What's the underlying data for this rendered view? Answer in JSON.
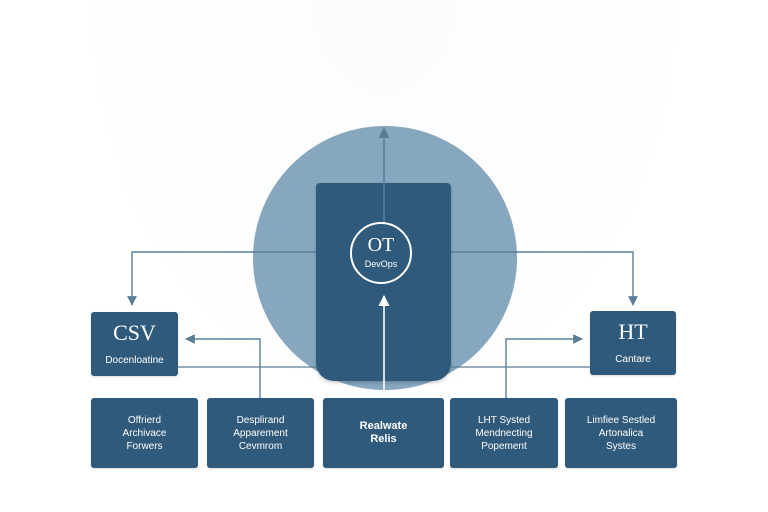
{
  "diagram": {
    "center": {
      "title": "OT",
      "subtitle": "DevOps"
    },
    "left_node": {
      "title": "CSV",
      "subtitle": "Docenloatine"
    },
    "right_node": {
      "title": "HT",
      "subtitle": "Cantare"
    },
    "bottom_nodes": [
      {
        "lines": [
          "Offrierd",
          "Archivace",
          "Forwers"
        ]
      },
      {
        "lines": [
          "Desplirand",
          "Apparement",
          "Cevmrom"
        ]
      },
      {
        "lines": [
          "Realwate",
          "Relis"
        ]
      },
      {
        "lines": [
          "LHT Systed",
          "Mendnecting",
          "Popement"
        ]
      },
      {
        "lines": [
          "Limfiee Sestled",
          "Artonalica",
          "Systes"
        ]
      }
    ],
    "colors": {
      "node_fill": "#2f5a7b",
      "circle_fill": "#86a7bd",
      "connector": "#5b7e98",
      "text": "#ffffff"
    }
  }
}
